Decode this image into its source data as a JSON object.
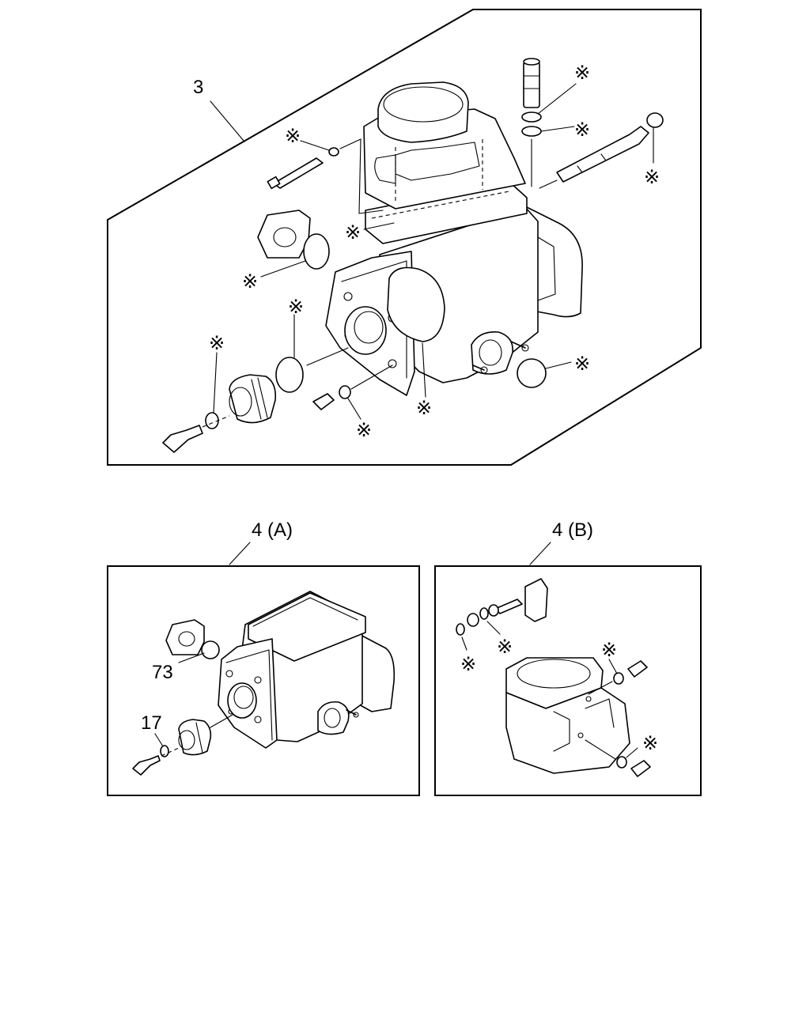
{
  "sections": {
    "main": {
      "callout": "3"
    },
    "a": {
      "callout": "4 (A)",
      "labels": [
        "73",
        "17"
      ]
    },
    "b": {
      "callout": "4 (B)"
    }
  },
  "marker": "※"
}
